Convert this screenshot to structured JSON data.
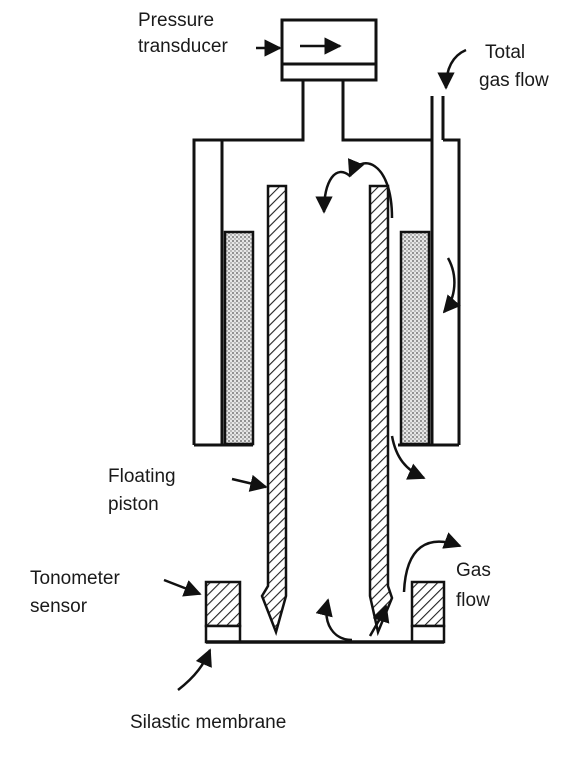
{
  "labels": {
    "pressure_transducer": [
      "Pressure",
      "transducer"
    ],
    "total_gas_flow": [
      "Total",
      "gas flow"
    ],
    "floating_piston": [
      "Floating",
      "piston"
    ],
    "tonometer_sensor": [
      "Tonometer",
      "sensor"
    ],
    "gas_flow": [
      "Gas",
      "flow"
    ],
    "silastic_membrane": "Silastic membrane"
  }
}
